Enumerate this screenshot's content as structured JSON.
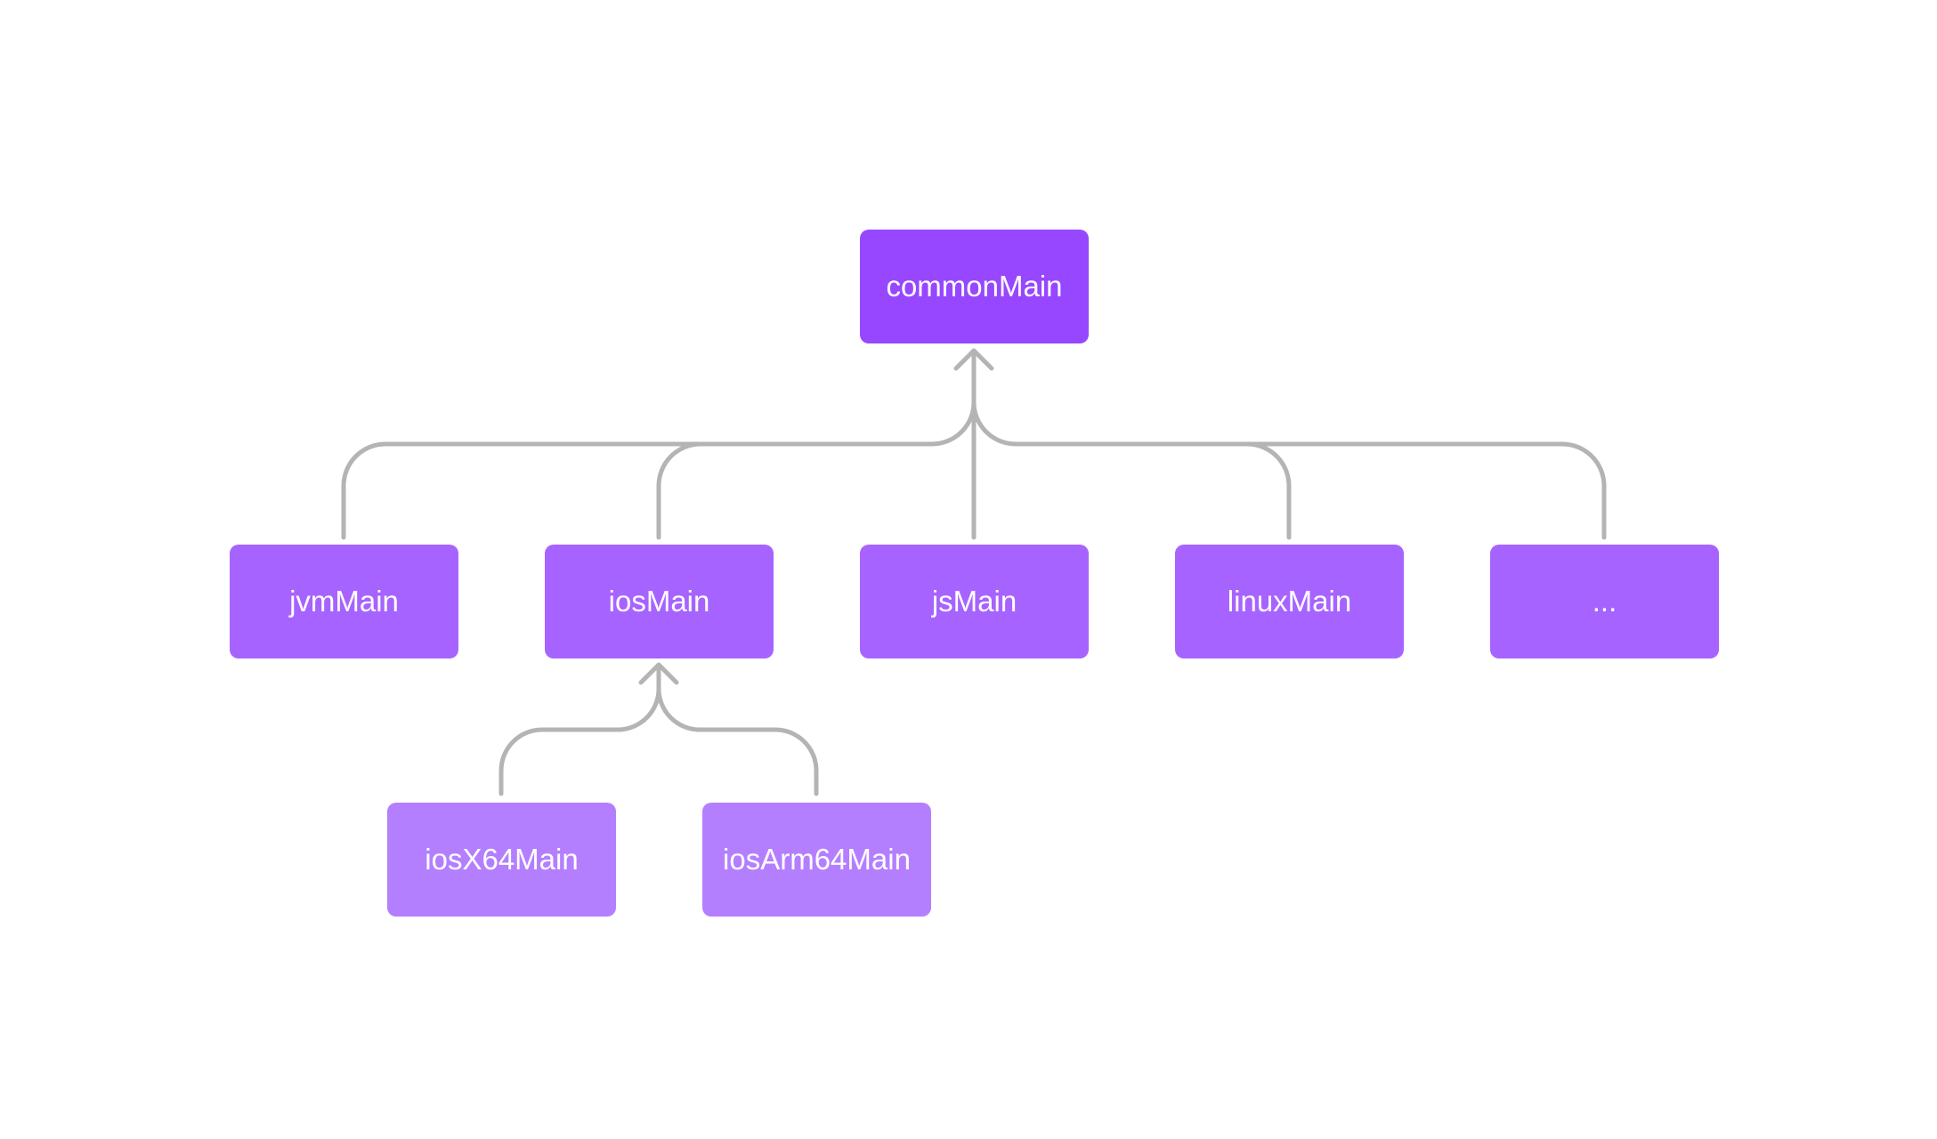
{
  "diagram": {
    "nodes": {
      "common": "commonMain",
      "jvm": "jvmMain",
      "ios": "iosMain",
      "js": "jsMain",
      "linux": "linuxMain",
      "more": "...",
      "iosX64": "iosX64Main",
      "iosArm64": "iosArm64Main"
    },
    "colors": {
      "level1": "#9747FF",
      "level2": "#A763FF",
      "level3": "#B47FFF",
      "connector": "#B4B4B4",
      "background": "#FFFFFF"
    }
  }
}
